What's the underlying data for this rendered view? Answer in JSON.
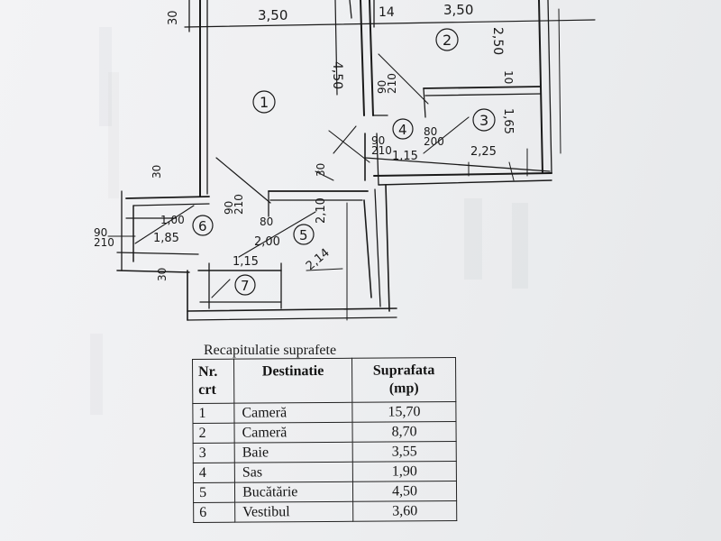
{
  "plan": {
    "dimensions": {
      "top_left_wall": "30",
      "width_room1": "3,50",
      "width_room2": "3,50",
      "mid_wall": "14",
      "height_room1": "4,50",
      "height_room2": "2,50",
      "wall_10": "10",
      "h_165": "1,65",
      "w_115_sas": "1,15",
      "w_225": "2,25",
      "door_sas_left": "90\n210",
      "door_sas_mid": "90\n210",
      "door_sas_right": "80\n200",
      "wall_30_kitchen": "30",
      "door_kitchen": "90\n210",
      "w_80": "80",
      "w_200": "2,00",
      "h_210": "2,10",
      "w_115_bath": "1,15",
      "w_214": "2,14",
      "left_30": "30",
      "w_100": "1,00",
      "h_185": "1,85",
      "door_entrance": "90\n210",
      "bottom_30": "30"
    },
    "room_numbers": [
      "1",
      "2",
      "3",
      "4",
      "5",
      "6",
      "7"
    ]
  },
  "recap": {
    "title": "Recapitulatie suprafete",
    "headers": {
      "nr": "Nr.\ncrt",
      "destination": "Destinatie",
      "surface": "Suprafata\n(mp)"
    },
    "rows": [
      {
        "nr": "1",
        "name": "Cameră",
        "area": "15,70"
      },
      {
        "nr": "2",
        "name": "Cameră",
        "area": "8,70"
      },
      {
        "nr": "3",
        "name": "Baie",
        "area": "3,55"
      },
      {
        "nr": "4",
        "name": "Sas",
        "area": "1,90"
      },
      {
        "nr": "5",
        "name": "Bucătărie",
        "area": "4,50"
      },
      {
        "nr": "6",
        "name": "Vestibul",
        "area": "3,60"
      }
    ]
  }
}
